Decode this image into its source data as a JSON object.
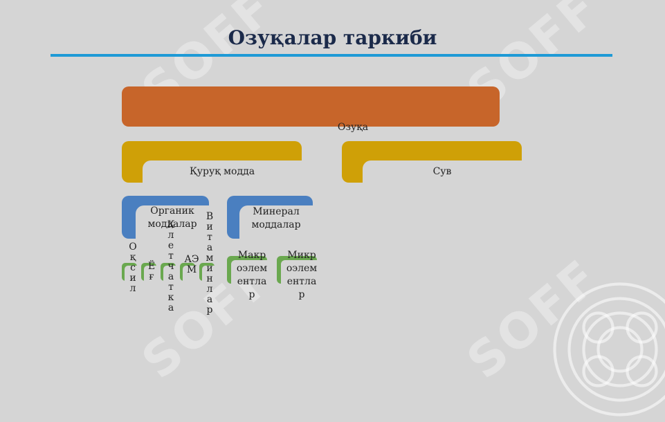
{
  "slide": {
    "title": "Озуқалар таркиби",
    "watermark": "SOFF"
  },
  "diagram": {
    "root": {
      "label": "Озуқа"
    },
    "level1": [
      {
        "label": "Қуруқ модда"
      },
      {
        "label": "Сув"
      }
    ],
    "level2": [
      {
        "label": "Органик моддалар"
      },
      {
        "label": "Минерал моддалар"
      }
    ],
    "organic_children": [
      {
        "label": "Оқсил"
      },
      {
        "label": "Ёғ"
      },
      {
        "label": "Клетчатка"
      },
      {
        "label": "АЭМ"
      },
      {
        "label": "Витаминлар"
      }
    ],
    "mineral_children": [
      {
        "label": "Макроэлементлар"
      },
      {
        "label": "Микроэлементлар"
      }
    ]
  },
  "colors": {
    "root": "#c7652a",
    "level1": "#cfa007",
    "level2": "#4a7fc0",
    "level3": "#6aa84f",
    "rule": "#1e9ad6",
    "title": "#1b2a4a",
    "background": "#d5d5d5"
  }
}
